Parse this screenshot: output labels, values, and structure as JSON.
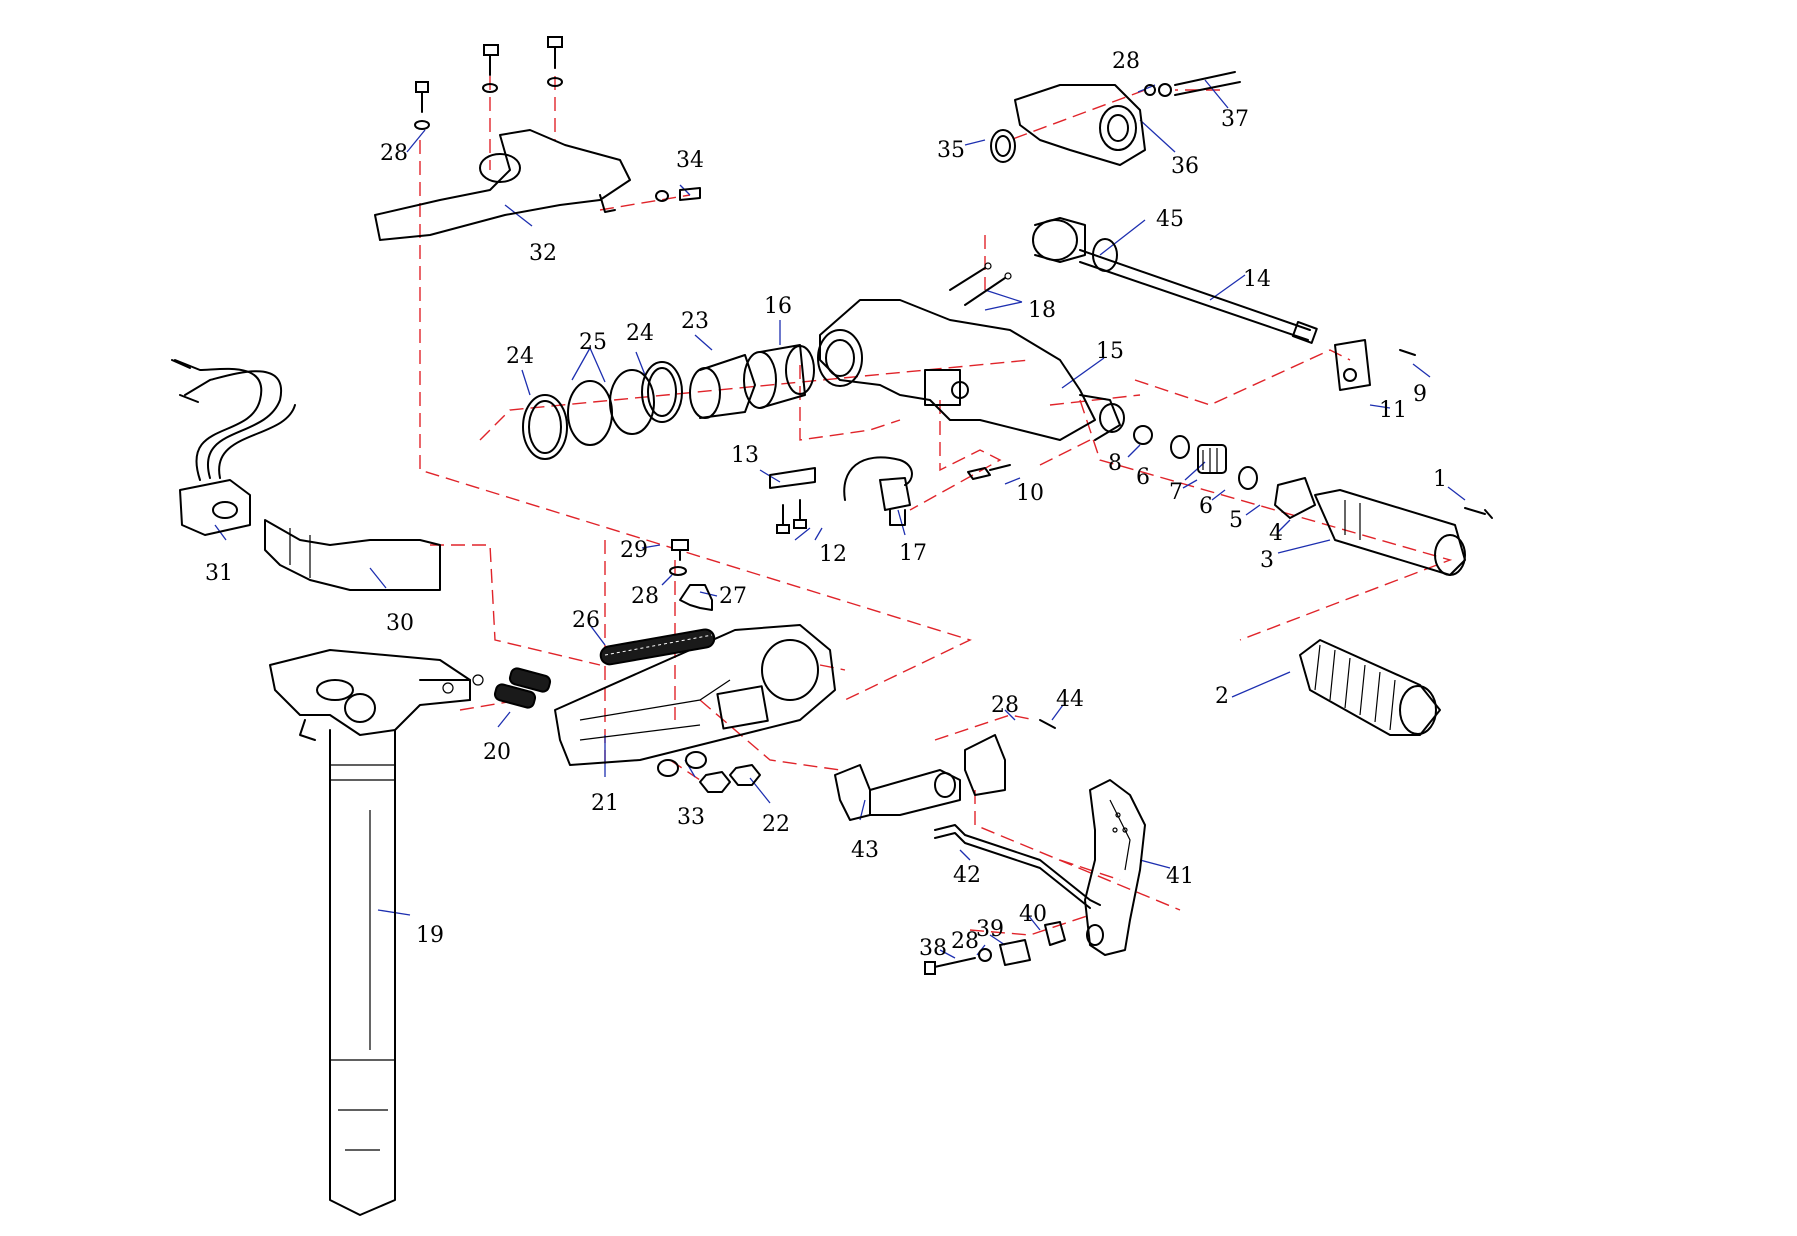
{
  "callouts": [
    {
      "text": "1"
    },
    {
      "text": "2"
    },
    {
      "text": "3"
    },
    {
      "text": "4"
    },
    {
      "text": "5"
    },
    {
      "text": "6"
    },
    {
      "text": "6"
    },
    {
      "text": "7"
    },
    {
      "text": "8"
    },
    {
      "text": "9"
    },
    {
      "text": "10"
    },
    {
      "text": "11"
    },
    {
      "text": "12"
    },
    {
      "text": "13"
    },
    {
      "text": "14"
    },
    {
      "text": "15"
    },
    {
      "text": "16"
    },
    {
      "text": "17"
    },
    {
      "text": "18"
    },
    {
      "text": "19"
    },
    {
      "text": "20"
    },
    {
      "text": "21"
    },
    {
      "text": "22"
    },
    {
      "text": "23"
    },
    {
      "text": "24"
    },
    {
      "text": "24"
    },
    {
      "text": "25"
    },
    {
      "text": "26"
    },
    {
      "text": "27"
    },
    {
      "text": "28"
    },
    {
      "text": "28"
    },
    {
      "text": "28"
    },
    {
      "text": "28"
    },
    {
      "text": "28"
    },
    {
      "text": "29"
    },
    {
      "text": "30"
    },
    {
      "text": "31"
    },
    {
      "text": "32"
    },
    {
      "text": "33"
    },
    {
      "text": "34"
    },
    {
      "text": "35"
    },
    {
      "text": "36"
    },
    {
      "text": "37"
    },
    {
      "text": "38"
    },
    {
      "text": "39"
    },
    {
      "text": "40"
    },
    {
      "text": "41"
    },
    {
      "text": "42"
    },
    {
      "text": "43"
    },
    {
      "text": "44"
    },
    {
      "text": "45"
    }
  ],
  "colors": {
    "assembly_line": "#e0242a",
    "leader_line": "#1d2fb0",
    "part_outline": "#000000",
    "background": "#ffffff"
  }
}
